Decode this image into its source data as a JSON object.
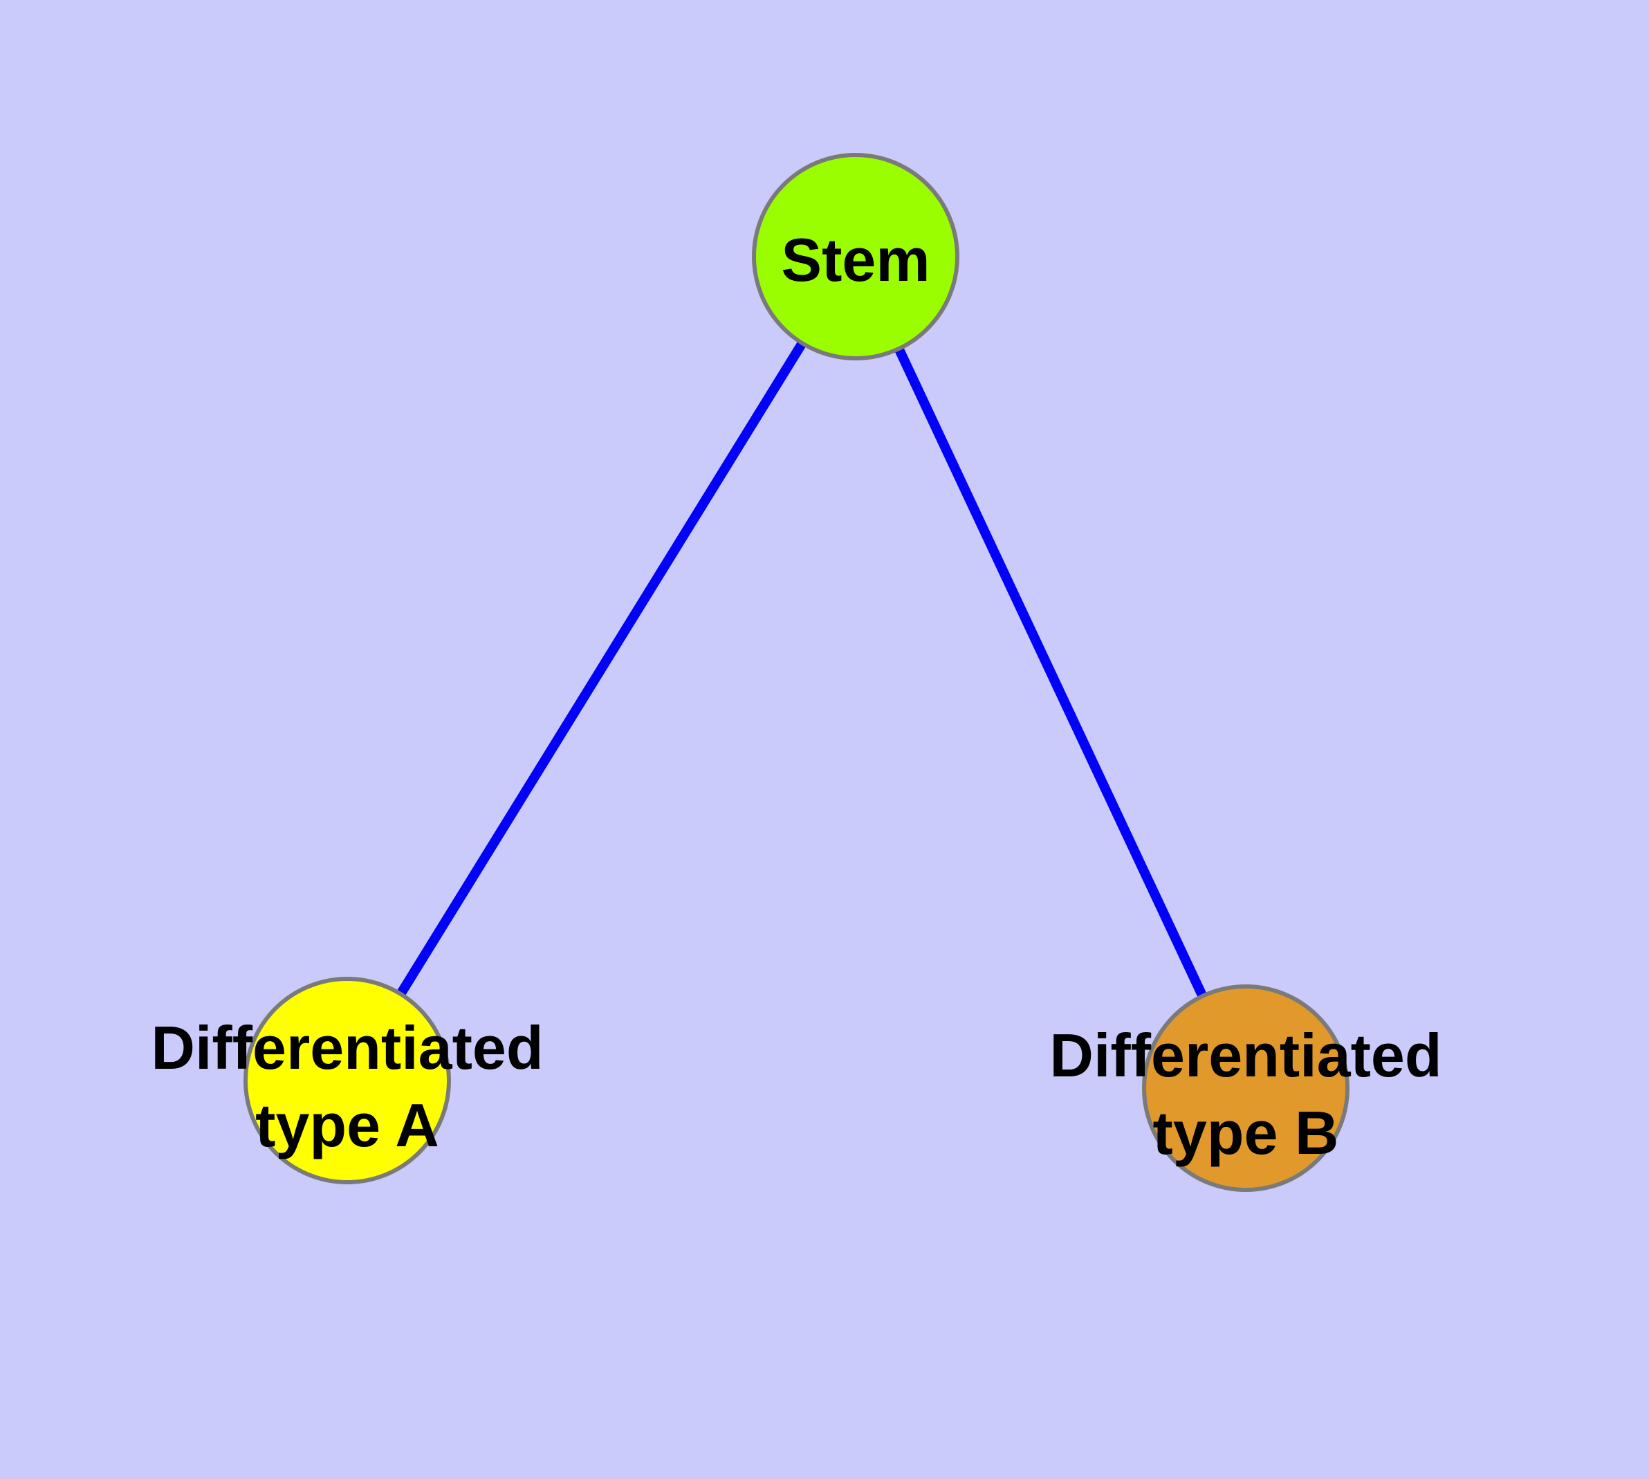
{
  "diagram": {
    "background_color": "#CACAFB",
    "edge_color": "#0202F8",
    "node_border_color": "#7A7A7A",
    "label_color": "#000000",
    "nodes": {
      "stem": {
        "label": "Stem",
        "fill": "#9AFE00"
      },
      "type_a": {
        "label_line1": "Differentiated",
        "label_line2": "type A",
        "fill": "#FFFF00"
      },
      "type_b": {
        "label_line1": "Differentiated",
        "label_line2": "type B",
        "fill": "#E2992B"
      }
    },
    "edges": [
      {
        "from": "stem",
        "to": "type_a"
      },
      {
        "from": "stem",
        "to": "type_b"
      }
    ]
  }
}
